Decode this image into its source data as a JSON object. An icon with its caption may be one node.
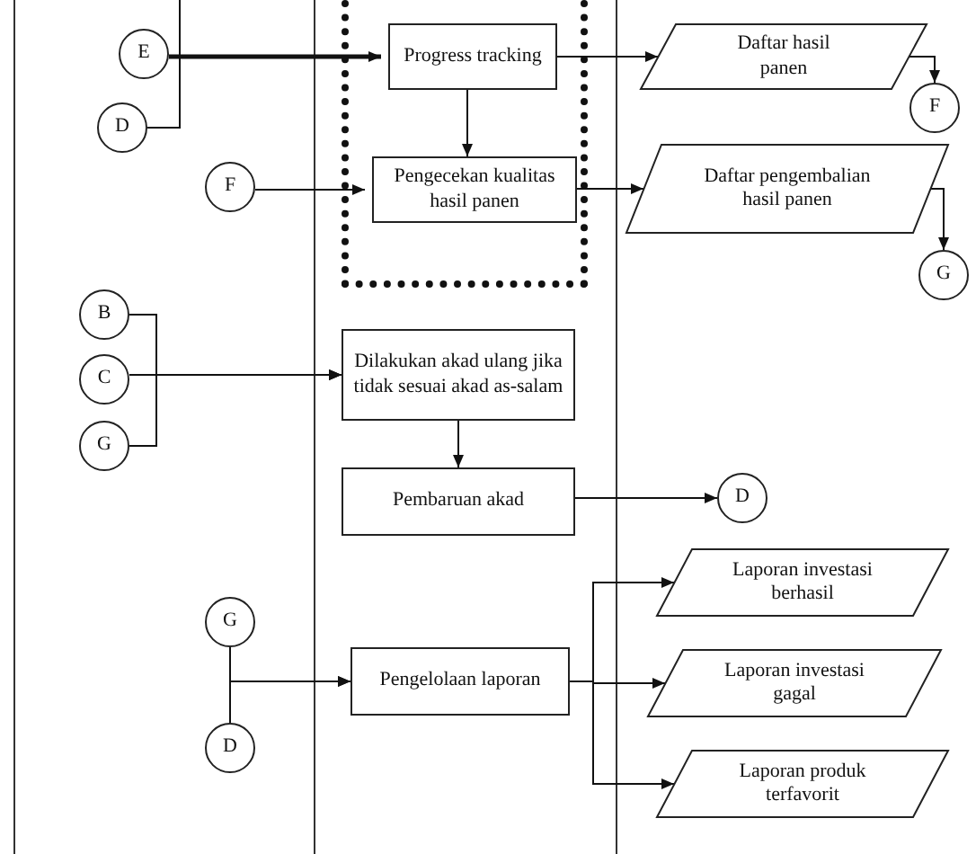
{
  "diagram": {
    "nodes": [
      {
        "text": [
          "E"
        ]
      },
      {
        "text": [
          "D"
        ]
      },
      {
        "text": [],
        "shape": "box"
      },
      {
        "text": [
          "Progress tracking"
        ],
        "in": 2
      },
      {
        "text": [
          "Pengecekan kualitas hasil panen"
        ],
        "in": 2
      },
      {
        "text": [
          "Daftar hasil panen"
        ]
      },
      {
        "text": [
          "F"
        ]
      },
      {
        "text": [
          "F"
        ]
      },
      {
        "text": [
          "Daftar pengembalian hasil panen"
        ]
      },
      {
        "text": [
          "G"
        ]
      },
      {
        "text": [
          "B"
        ]
      },
      {
        "text": [
          "C"
        ]
      },
      {
        "text": [
          "G"
        ]
      },
      {
        "text": [
          "Dilakukan akad ulang jika tidak sesuai akad as-salam"
        ]
      },
      {
        "text": [
          "Pembaruan akad"
        ]
      },
      {
        "text": [
          "D"
        ]
      },
      {
        "text": [
          "G"
        ]
      },
      {
        "text": [
          "Pengelolaan laporan"
        ]
      },
      {
        "text": [
          "D"
        ]
      },
      {
        "text": [
          "Laporan investasi berhasil"
        ]
      },
      {
        "text": [
          "Laporan investasi gagal"
        ]
      },
      {
        "text": [
          "Laporan produk terfavorit"
        ]
      }
    ],
    "edges": [
      {
        "from": 0,
        "to": 3,
        "arrow": "to",
        "style": "thick"
      },
      {
        "from": 1,
        "to": null,
        "arrow": "none"
      },
      {
        "from": 3,
        "to": 4,
        "arrow": "to"
      },
      {
        "from": 3,
        "to": 5,
        "arrow": "to"
      },
      {
        "from": 5,
        "to": 6,
        "arrow": "to"
      },
      {
        "from": 7,
        "to": 4,
        "arrow": "to"
      },
      {
        "from": 4,
        "to": 8,
        "arrow": "to"
      },
      {
        "from": 8,
        "to": 9,
        "arrow": "to"
      },
      {
        "from": 10,
        "to": 13,
        "arrow": "to"
      },
      {
        "from": 11,
        "to": 13,
        "arrow": "to"
      },
      {
        "from": 12,
        "to": 13,
        "arrow": "to"
      },
      {
        "from": 13,
        "to": 14,
        "arrow": "to"
      },
      {
        "from": 14,
        "to": 15,
        "arrow": "to"
      },
      {
        "from": 16,
        "to": 17,
        "arrow": "to"
      },
      {
        "from": 18,
        "to": 17,
        "arrow": "to"
      },
      {
        "from": 17,
        "to": 19,
        "arrow": "to"
      },
      {
        "from": 17,
        "to": 20,
        "arrow": "to"
      },
      {
        "from": 17,
        "to": 21,
        "arrow": "to"
      }
    ]
  }
}
